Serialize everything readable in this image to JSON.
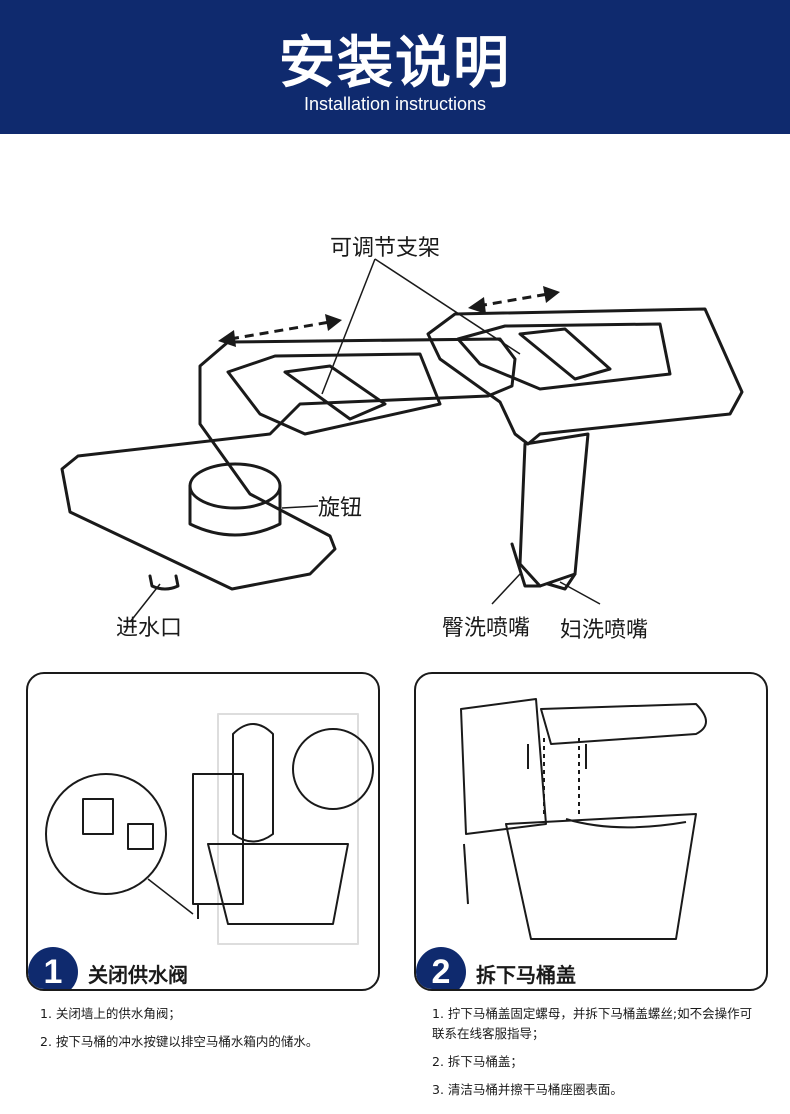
{
  "header": {
    "title": "安装说明",
    "subtitle": "Installation instructions"
  },
  "diagram": {
    "labels": {
      "adjustable_bracket": "可调节支架",
      "knob": "旋钮",
      "water_inlet": "进水口",
      "hip_nozzle": "臀洗喷嘴",
      "feminine_nozzle": "妇洗喷嘴"
    }
  },
  "steps": [
    {
      "number": "1",
      "title": "关闭供水阀",
      "instructions": [
        "1. 关闭墙上的供水角阀；",
        "2. 按下马桶的冲水按键以排空马桶水箱内的储水。"
      ]
    },
    {
      "number": "2",
      "title": "拆下马桶盖",
      "instructions": [
        "1. 拧下马桶盖固定螺母，并拆下马桶盖螺丝;如不会操作可联系在线客服指导；",
        "2. 拆下马桶盖；",
        "3. 清洁马桶并擦干马桶座圈表面。"
      ]
    }
  ],
  "colors": {
    "brand_blue": "#0f2a6e",
    "line": "#1a1a1a"
  }
}
